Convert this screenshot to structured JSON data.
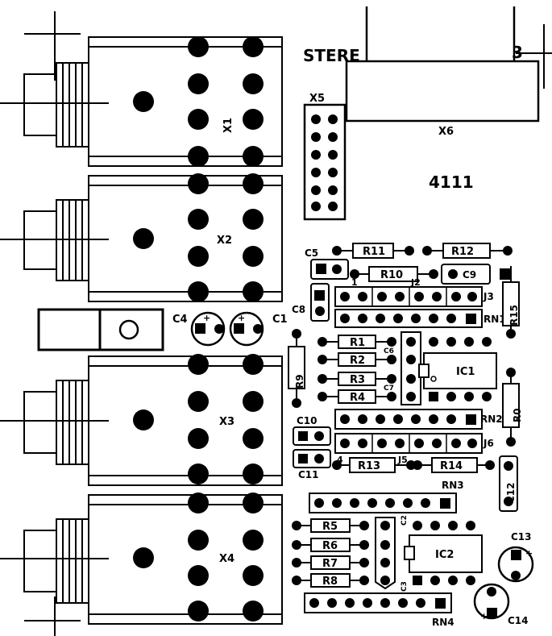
{
  "board": {
    "title_fragment_left": "STERE",
    "title_fragment_right": "3",
    "part_number": "4111"
  },
  "jacks": [
    "X1",
    "X2",
    "X3",
    "X4"
  ],
  "connectors": {
    "header": "X5",
    "block": "X6"
  },
  "resistors_top": [
    "R11",
    "R12",
    "R10"
  ],
  "resistors_mid": [
    "R1",
    "R2",
    "R3",
    "R4"
  ],
  "resistors_low": [
    "R13",
    "R14"
  ],
  "resistors_bottom": [
    "R5",
    "R6",
    "R7",
    "R8"
  ],
  "resistors_vertical": [
    "R9",
    "R15",
    "R0"
  ],
  "capacitors": {
    "c1": "C1",
    "c4": "C4",
    "c5": "C5",
    "c8": "C8",
    "c9": "C9",
    "c10": "C10",
    "c11": "C11",
    "c12": "C12",
    "c13": "C13",
    "c14": "C14"
  },
  "ics": {
    "ic1": "IC1",
    "ic2": "IC2"
  },
  "networks": {
    "rn1": "RN1",
    "rn2": "RN2",
    "rn3": "RN3",
    "rn4": "RN4"
  },
  "jumpers": {
    "j1": "1",
    "j2": "J2",
    "j3": "J3",
    "j6": "J6",
    "j4": "4",
    "j5": "J5"
  },
  "tiny_labels": {
    "c6": "C6",
    "c7": "C7",
    "c2": "C2",
    "c3": "C3"
  }
}
